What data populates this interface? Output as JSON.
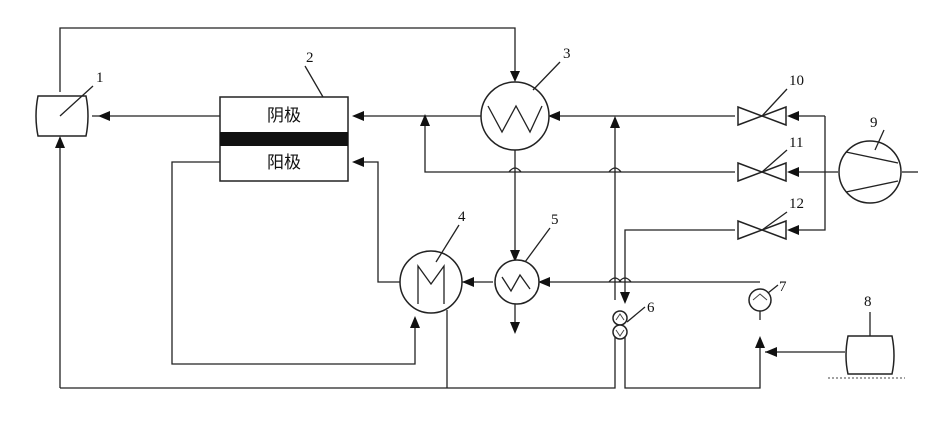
{
  "stack": {
    "cathode_label": "阴极",
    "anode_label": "阳极"
  },
  "components": [
    {
      "id": "1"
    },
    {
      "id": "2"
    },
    {
      "id": "3"
    },
    {
      "id": "4"
    },
    {
      "id": "5"
    },
    {
      "id": "6"
    },
    {
      "id": "7"
    },
    {
      "id": "8"
    },
    {
      "id": "9"
    },
    {
      "id": "10"
    },
    {
      "id": "11"
    },
    {
      "id": "12"
    }
  ]
}
